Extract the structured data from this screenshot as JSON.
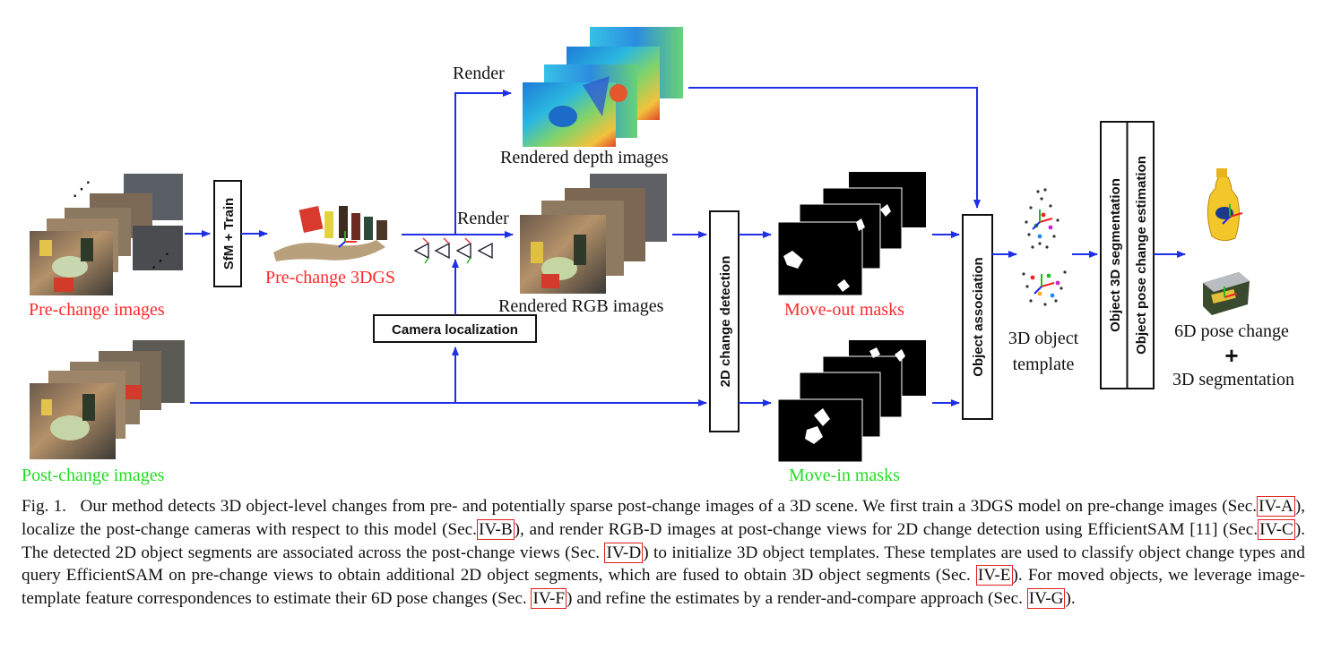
{
  "figure": {
    "labels": {
      "pre_change_images": "Pre-change images",
      "post_change_images": "Post-change images",
      "sfm_train": "SfM + Train",
      "pre_change_3dgs": "Pre-change 3DGS",
      "render_top": "Render",
      "render_mid": "Render",
      "rendered_depth": "Rendered depth images",
      "rendered_rgb": "Rendered RGB images",
      "camera_localization": "Camera localization",
      "change_detection_2d": "2D change detection",
      "move_out_masks": "Move-out masks",
      "move_in_masks": "Move-in masks",
      "object_association": "Object association",
      "template_line1": "3D object",
      "template_line2": "template",
      "object_3d_segmentation": "Object 3D segmentation",
      "object_pose_change_estimation": "Object pose change estimation",
      "output_line1": "6D pose change",
      "output_plus": "+",
      "output_line2": "3D segmentation",
      "dots": "⋰"
    },
    "colors": {
      "arrow": "#1f2fe6",
      "pre_label": "#ff2a2a",
      "post_label": "#22dd22"
    }
  },
  "caption": {
    "fig_label": "Fig. 1.",
    "t1": "Our method detects 3D object-level changes from pre- and potentially sparse post-change images of a 3D scene. We first train a 3DGS model on pre-change images (Sec.",
    "r1": "IV-A",
    "t2": "), localize the post-change cameras with respect to this model (Sec.",
    "r2": "IV-B",
    "t3": "), and render RGB-D images at post-change views for 2D change detection using EfficientSAM [11] (Sec.",
    "r3": "IV-C",
    "t4": "). The detected 2D object segments are associated across the post-change views (Sec. ",
    "r4": "IV-D",
    "t5": ") to initialize 3D object templates. These templates are used to classify object change types and query EfficientSAM on pre-change views to obtain additional 2D object segments, which are fused to obtain 3D object segments (Sec. ",
    "r5": "IV-E",
    "t6": "). For moved objects, we leverage image-template feature correspondences to estimate their 6D pose changes (Sec. ",
    "r6": "IV-F",
    "t7": ") and refine the estimates by a render-and-compare approach (Sec. ",
    "r7": "IV-G",
    "t8": ")."
  }
}
